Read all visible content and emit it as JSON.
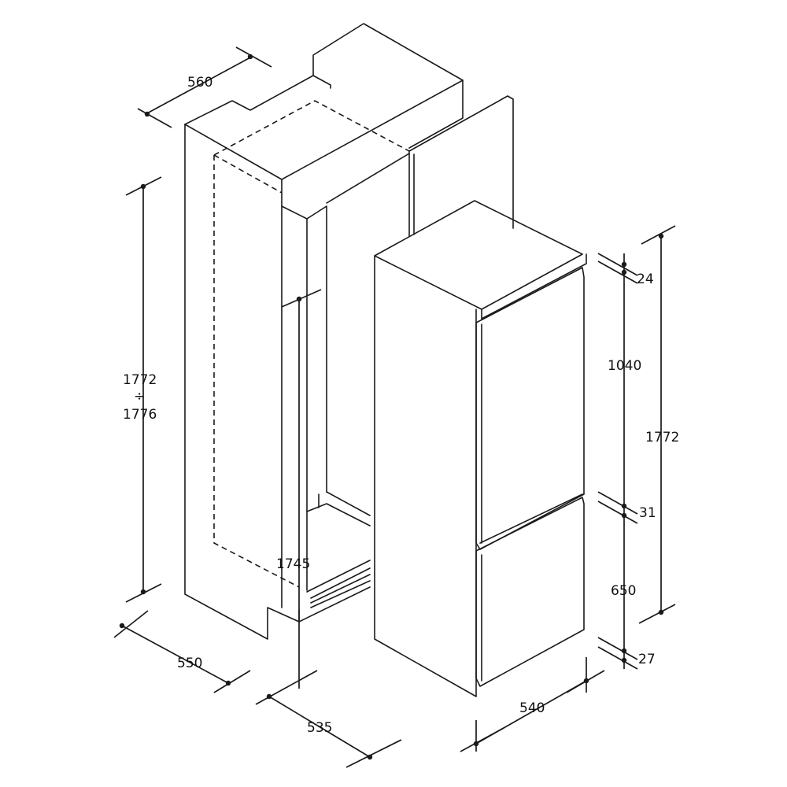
{
  "diagram": {
    "dimensions": {
      "niche_width": "560",
      "niche_depth": "550",
      "niche_height_line1": "1772",
      "niche_height_separator": "÷",
      "niche_height_line2": "1776",
      "inner_height": "1745",
      "inner_depth": "535",
      "appliance_width": "540",
      "appliance_height": "1772",
      "top_gap": "24",
      "upper_door": "1040",
      "middle_gap": "31",
      "lower_door": "650",
      "bottom_gap": "27"
    },
    "colors": {
      "line": "#1a1a1a",
      "background": "#ffffff"
    }
  }
}
